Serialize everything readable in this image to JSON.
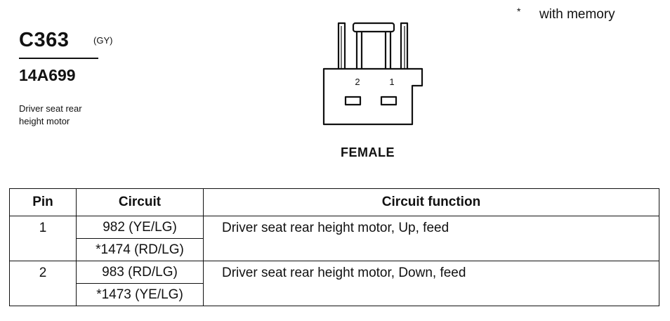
{
  "note": {
    "marker": "*",
    "text": "with memory"
  },
  "connector": {
    "code": "C363",
    "color": "(GY)",
    "part_number": "14A699",
    "description_lines": [
      "Driver seat rear",
      "height motor"
    ],
    "gender": "FEMALE",
    "pin_labels": [
      "2",
      "1"
    ]
  },
  "table": {
    "headers": {
      "pin": "Pin",
      "circuit": "Circuit",
      "function": "Circuit function"
    },
    "rows": [
      {
        "pin": "1",
        "circuits": [
          "982 (YE/LG)",
          "*1474 (RD/LG)"
        ],
        "function": "Driver seat rear height motor, Up, feed"
      },
      {
        "pin": "2",
        "circuits": [
          "983 (RD/LG)",
          "*1473 (YE/LG)"
        ],
        "function": "Driver seat rear height motor, Down, feed"
      }
    ]
  }
}
